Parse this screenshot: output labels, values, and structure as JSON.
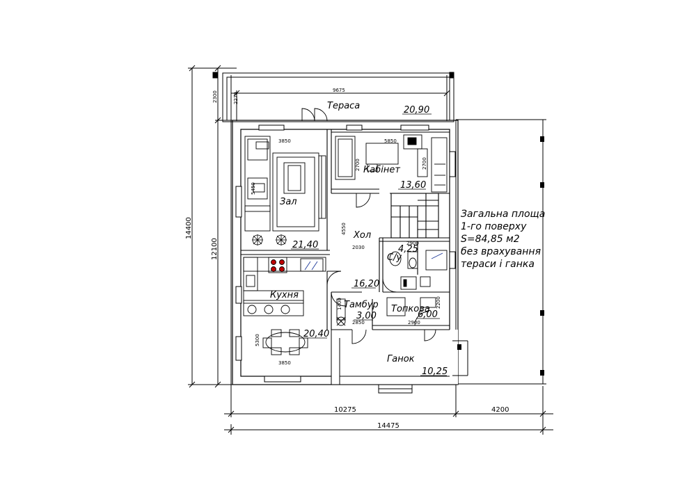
{
  "rooms": {
    "terrace": {
      "name": "Тераса",
      "area": "20,90"
    },
    "office": {
      "name": "Кабінет",
      "area": "13,60"
    },
    "living": {
      "name": "Зал",
      "area": "21,40"
    },
    "hall": {
      "name": "Хол",
      "area": "16,20"
    },
    "wc": {
      "name": "С/у",
      "area": "4,25"
    },
    "kitchen": {
      "name": "Кухня",
      "area": "20,40"
    },
    "vestibule": {
      "name": "Тамбур",
      "area": "3,00"
    },
    "boiler": {
      "name": "Топкова",
      "area": "6,00"
    },
    "porch": {
      "name": "Ганок",
      "area": "10,25"
    }
  },
  "dimensions": {
    "terrace_width": "9675",
    "terrace_depth": "2270",
    "top_left_depth": "2300",
    "total_height": "14400",
    "house_height": "12100",
    "living_width": "3850",
    "living_depth": "5450",
    "office_width": "5850",
    "office_depth_left": "2700",
    "office_depth_right": "2700",
    "hall_depth": "4550",
    "hall_width": "2030",
    "wc_width": "2900",
    "boiler_width": "2900",
    "boiler_depth": "2200",
    "vestibule_width": "2850",
    "vestibule_depth": "1400",
    "kitchen_width": "3850",
    "kitchen_depth": "5300",
    "bottom_house": "10275",
    "bottom_porch": "4200",
    "bottom_total": "14475"
  },
  "note": {
    "line1": "Загальна площа",
    "line2": "1-го поверху",
    "line3": "S=84,85 м2",
    "line4": "без врахування",
    "line5": "тераси і ганка"
  }
}
